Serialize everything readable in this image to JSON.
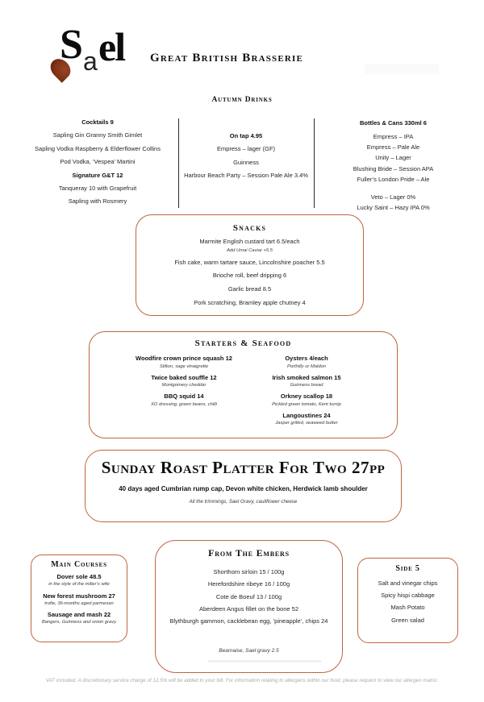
{
  "header": {
    "logo": {
      "s": "S",
      "a": "a",
      "el": "el"
    },
    "title": "Great British Brasserie"
  },
  "drinks": {
    "heading": "Autumn Drinks",
    "cocktails": {
      "heading": "Cocktails 9",
      "items": [
        "Sapling Gin Granny Smith Gimlet",
        "Sapling Vodka Raspberry & Elderflower Collins",
        "Pod Vodka, ‘Vespea’ Martini"
      ],
      "subheading": "Signature G&T 12",
      "sub_items": [
        "Tanqueray 10 with Grapefruit",
        "Sapling with Rosmery"
      ]
    },
    "on_tap": {
      "heading": "On tap 4.95",
      "items": [
        "Empress – lager (GF)",
        "Guinness",
        "Harbour Beach Party – Session Pale Ale 3.4%"
      ]
    },
    "bottles": {
      "heading": "Bottles & Cans 330ml 6",
      "items": [
        "Empress – IPA",
        "Empress – Pale Ale",
        "Unity – Lager",
        "Blushing Bride – Session APA",
        "Fuller’s London Pride – Ale"
      ],
      "zero_items": [
        "Veto – Lager 0%",
        "Lucky Saint – Hazy IPA 0%"
      ]
    }
  },
  "snacks": {
    "heading": "Snacks",
    "items": [
      {
        "name": "Marmite English custard tart 6.5/each",
        "note": "Add Umai Caviar +5.5"
      },
      {
        "name": "Fish cake, warm tartare sauce, Lincolnshire poacher 5.5"
      },
      {
        "name": "Brioche roll, beef dripping 6"
      },
      {
        "name": "Garlic bread 8.5"
      },
      {
        "name": "Pork scratching, Bramley apple chutney 4"
      }
    ]
  },
  "starters": {
    "heading": "Starters & Seafood",
    "left": [
      {
        "name": "Woodfire crown prince squash 12",
        "note": "Stilton, sage vinaigrette"
      },
      {
        "name": "Twice baked souffle 12",
        "note": "Montgomery cheddar"
      },
      {
        "name": "BBQ squid 14",
        "note": "XO dressing, green beans, chilli"
      }
    ],
    "right": [
      {
        "name": "Oysters 4/each",
        "note": "Porthilly or Maldon"
      },
      {
        "name": "Irish smoked salmon 15",
        "note": "Guinness bread"
      },
      {
        "name": "Orkney scallop 18",
        "note": "Pickled green tomato, Kent turnip"
      },
      {
        "name": "Langoustines 24",
        "note": "Jasper grilled, seaweed butter"
      }
    ]
  },
  "roast": {
    "heading": "Sunday Roast Platter For Two 27pp",
    "line1": "40 days aged Cumbrian rump cap, Devon white chicken, Herdwick lamb shoulder",
    "line2": "All the trimmings, Sael Gravy, cauliflower cheese"
  },
  "mains": {
    "heading": "Main Courses",
    "items": [
      {
        "name": "Dover sole 48.5",
        "note": "in the style of the miller’s wife"
      },
      {
        "name": "New forest mushroom 27",
        "note": "trofie, 36-months aged parmesan"
      },
      {
        "name": "Sausage and mash 22",
        "note": "Bangers, Guinness and onion gravy"
      }
    ]
  },
  "embers": {
    "heading": "From The Embers",
    "items": [
      "Shorthorn sirloin 15 / 100g",
      "Herefordshire ribeye 16 / 100g",
      "Cote de Boeuf 13 / 100g",
      "Aberdeen Angus fillet on the bone 52",
      "Blythburgh gammon, cacklebean egg, ‘pineapple’, chips 24"
    ],
    "footer": "Bearnaise, Sael gravy 2.5"
  },
  "sides": {
    "heading": "Side 5",
    "items": [
      "Salt and vinegar chips",
      "Spicy hispi cabbage",
      "Mash Potato",
      "Green salad"
    ]
  },
  "footer": "VAT included. A discretionary service charge of 12.5% will be added to your bill. For information relating to allergens within our food, please request to view our allergen matrix.",
  "colors": {
    "accent_border": "#bf6540",
    "logo_drop": "#7c3115",
    "footer_text": "#ababab"
  }
}
